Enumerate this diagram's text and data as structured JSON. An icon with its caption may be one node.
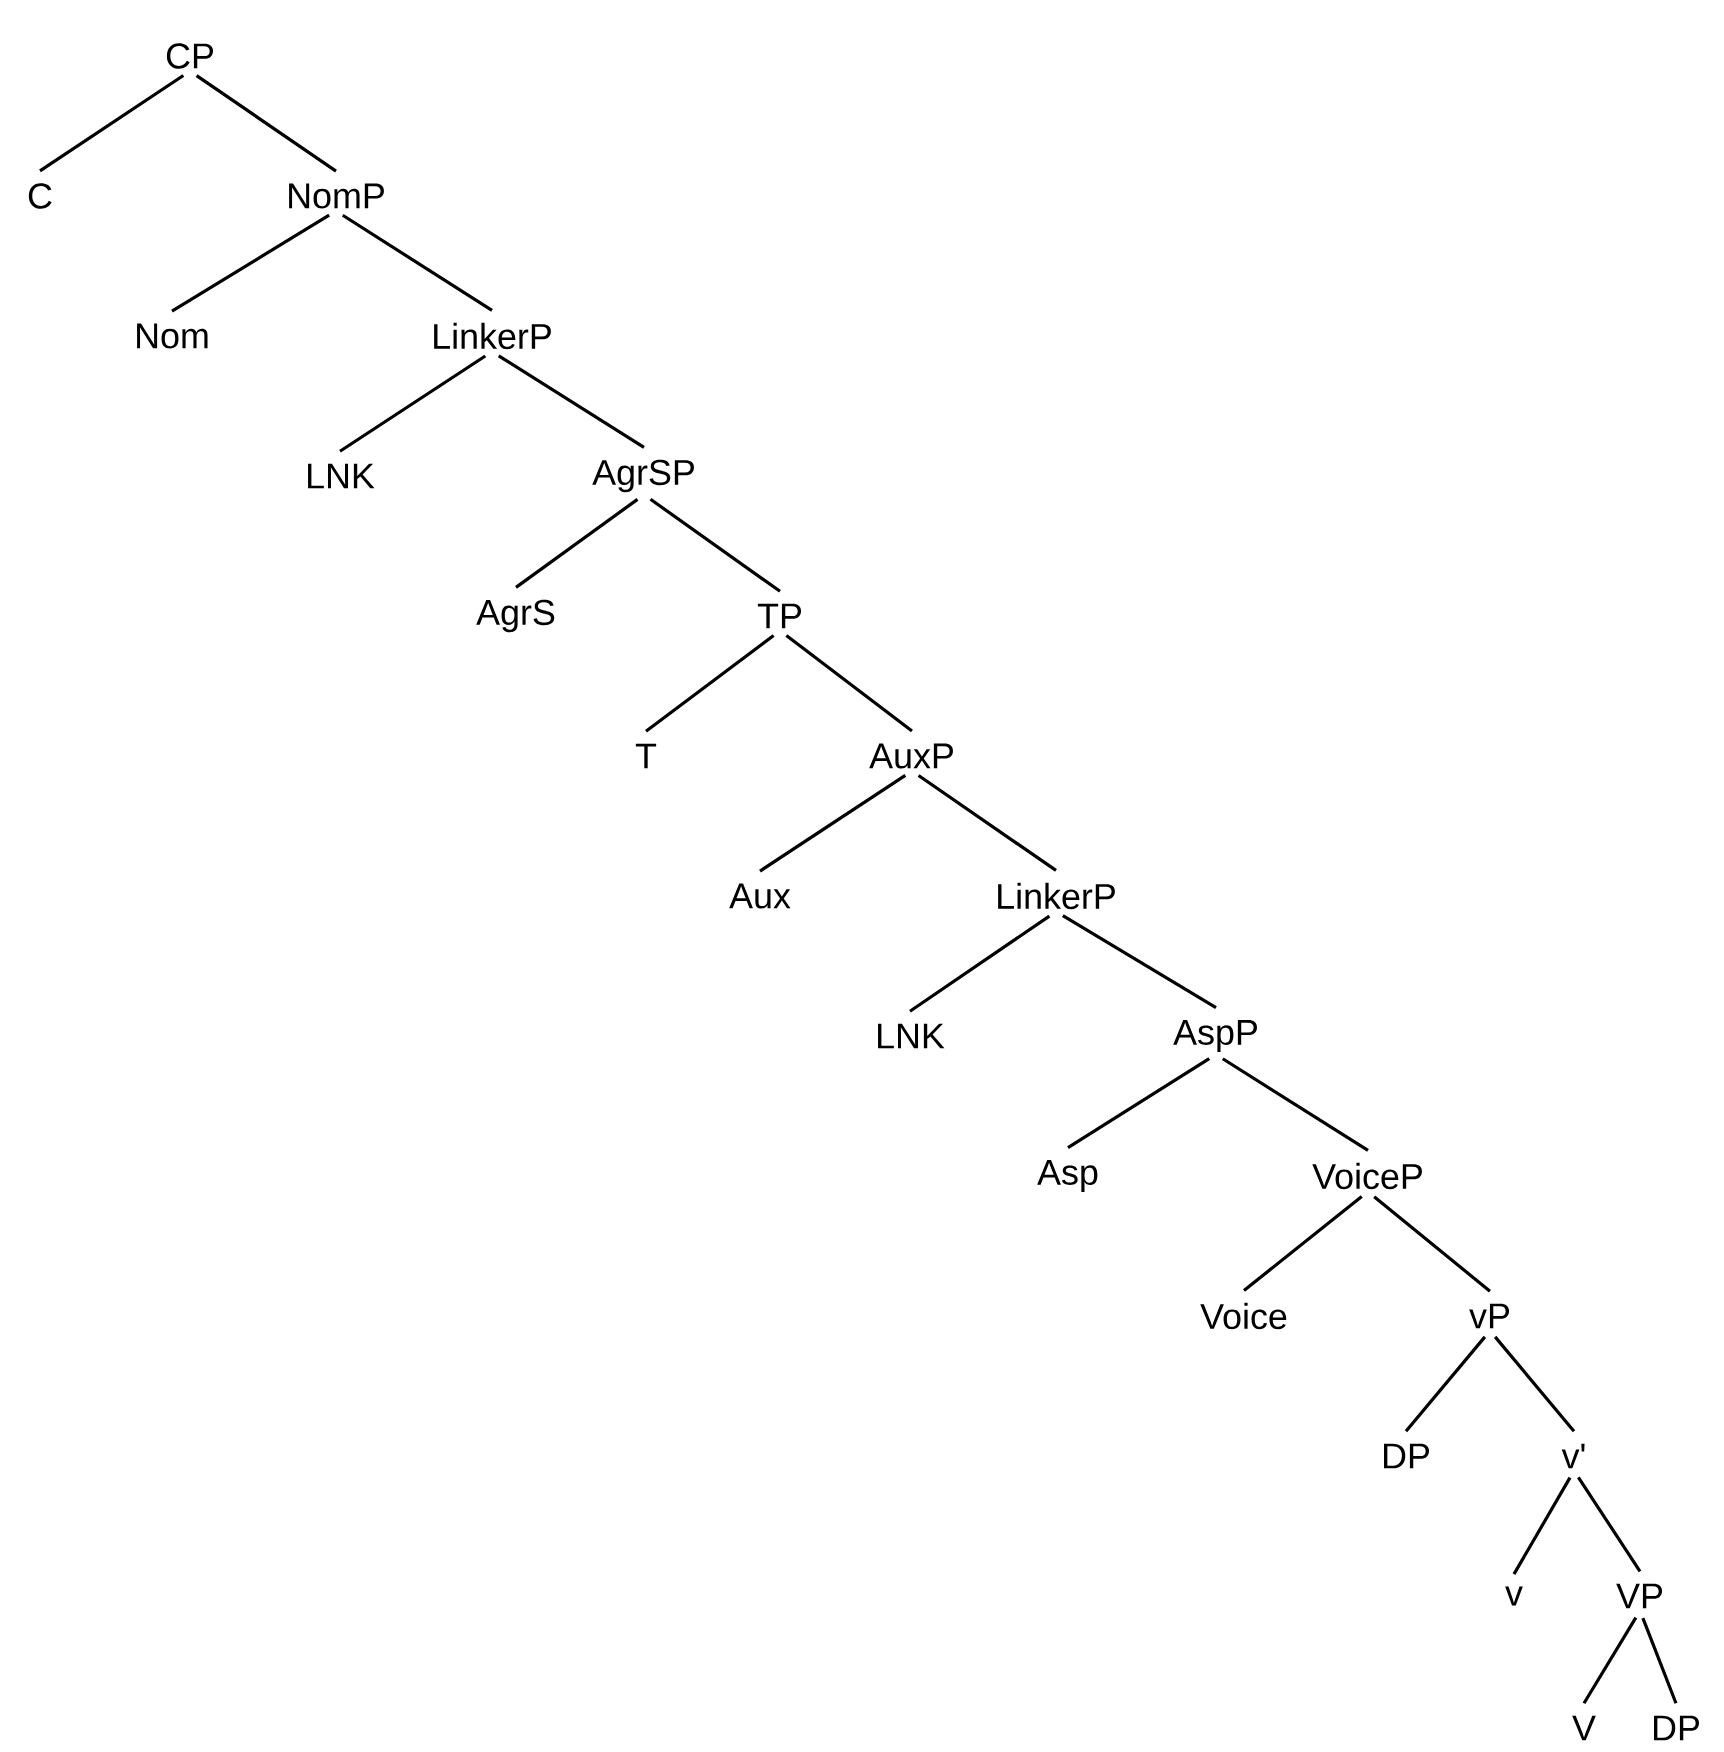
{
  "diagram": {
    "nodes": [
      {
        "text": [
          "CP"
        ]
      },
      {
        "text": [
          "C"
        ]
      },
      {
        "text": [
          "NomP"
        ]
      },
      {
        "text": [
          "Nom"
        ]
      },
      {
        "text": [
          "LinkerP"
        ]
      },
      {
        "text": [
          "LNK"
        ]
      },
      {
        "text": [
          "AgrSP"
        ]
      },
      {
        "text": [
          "AgrS"
        ]
      },
      {
        "text": [
          "TP"
        ]
      },
      {
        "text": [
          "T"
        ]
      },
      {
        "text": [
          "AuxP"
        ]
      },
      {
        "text": [
          "Aux"
        ]
      },
      {
        "text": [
          "LinkerP"
        ]
      },
      {
        "text": [
          "LNK"
        ]
      },
      {
        "text": [
          "AspP"
        ]
      },
      {
        "text": [
          "Asp"
        ]
      },
      {
        "text": [
          "VoiceP"
        ]
      },
      {
        "text": [
          "Voice"
        ]
      },
      {
        "text": [
          "vP"
        ]
      },
      {
        "text": [
          "DP"
        ]
      },
      {
        "text": [
          "v'"
        ]
      },
      {
        "text": [
          "v"
        ]
      },
      {
        "text": [
          "VP"
        ]
      },
      {
        "text": [
          "V"
        ]
      },
      {
        "text": [
          "DP"
        ]
      }
    ],
    "edges": [
      {
        "from": 0,
        "to": 1,
        "arrow": "none"
      },
      {
        "from": 0,
        "to": 2,
        "arrow": "none"
      },
      {
        "from": 2,
        "to": 3,
        "arrow": "none"
      },
      {
        "from": 2,
        "to": 4,
        "arrow": "none"
      },
      {
        "from": 4,
        "to": 5,
        "arrow": "none"
      },
      {
        "from": 4,
        "to": 6,
        "arrow": "none"
      },
      {
        "from": 6,
        "to": 7,
        "arrow": "none"
      },
      {
        "from": 6,
        "to": 8,
        "arrow": "none"
      },
      {
        "from": 8,
        "to": 9,
        "arrow": "none"
      },
      {
        "from": 8,
        "to": 10,
        "arrow": "none"
      },
      {
        "from": 10,
        "to": 11,
        "arrow": "none"
      },
      {
        "from": 10,
        "to": 12,
        "arrow": "none"
      },
      {
        "from": 12,
        "to": 13,
        "arrow": "none"
      },
      {
        "from": 12,
        "to": 14,
        "arrow": "none"
      },
      {
        "from": 14,
        "to": 15,
        "arrow": "none"
      },
      {
        "from": 14,
        "to": 16,
        "arrow": "none"
      },
      {
        "from": 16,
        "to": 17,
        "arrow": "none"
      },
      {
        "from": 16,
        "to": 18,
        "arrow": "none"
      },
      {
        "from": 18,
        "to": 19,
        "arrow": "none"
      },
      {
        "from": 18,
        "to": 20,
        "arrow": "none"
      },
      {
        "from": 20,
        "to": 21,
        "arrow": "none"
      },
      {
        "from": 20,
        "to": 22,
        "arrow": "none"
      },
      {
        "from": 22,
        "to": 23,
        "arrow": "none"
      },
      {
        "from": 22,
        "to": 24,
        "arrow": "none"
      }
    ]
  }
}
